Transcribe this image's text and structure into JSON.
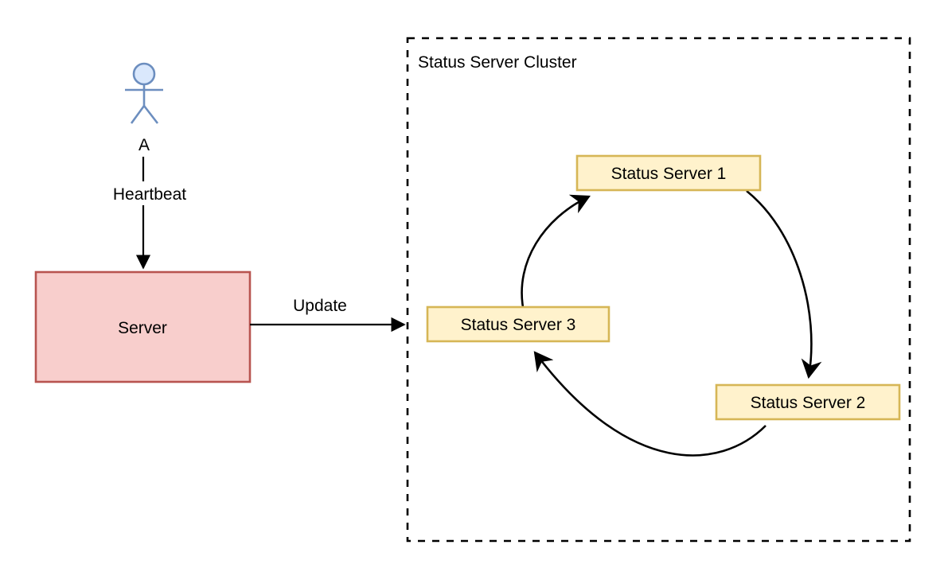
{
  "diagram": {
    "type": "flow-diagram",
    "background": "#ffffff",
    "actor": {
      "name": "A",
      "stroke": "#6c8ebf",
      "fill": "#dae8fc"
    },
    "nodes": [
      {
        "id": "server",
        "label": "Server",
        "shape": "rectangle",
        "fill": "#f8cecc",
        "stroke": "#b85450"
      },
      {
        "id": "status-server-1",
        "label": "Status Server 1",
        "shape": "rectangle",
        "fill": "#fff2cc",
        "stroke": "#d6b656"
      },
      {
        "id": "status-server-2",
        "label": "Status Server 2",
        "shape": "rectangle",
        "fill": "#fff2cc",
        "stroke": "#d6b656"
      },
      {
        "id": "status-server-3",
        "label": "Status Server 3",
        "shape": "rectangle",
        "fill": "#fff2cc",
        "stroke": "#d6b656"
      }
    ],
    "cluster": {
      "id": "status-server-cluster",
      "title": "Status Server Cluster",
      "stroke": "#000000",
      "style": "dashed"
    },
    "edges": [
      {
        "id": "heartbeat",
        "label": "Heartbeat",
        "from": "A",
        "to": "server",
        "style": "straight",
        "stroke": "#000000"
      },
      {
        "id": "update",
        "label": "Update",
        "from": "server",
        "to": "status-server-cluster",
        "style": "straight",
        "stroke": "#000000"
      },
      {
        "id": "ss3-to-ss1",
        "label": "",
        "from": "status-server-3",
        "to": "status-server-1",
        "style": "curved",
        "stroke": "#000000"
      },
      {
        "id": "ss1-to-ss2",
        "label": "",
        "from": "status-server-1",
        "to": "status-server-2",
        "style": "curved",
        "stroke": "#000000"
      },
      {
        "id": "ss2-to-ss3",
        "label": "",
        "from": "status-server-2",
        "to": "status-server-3",
        "style": "curved",
        "stroke": "#000000"
      }
    ]
  }
}
